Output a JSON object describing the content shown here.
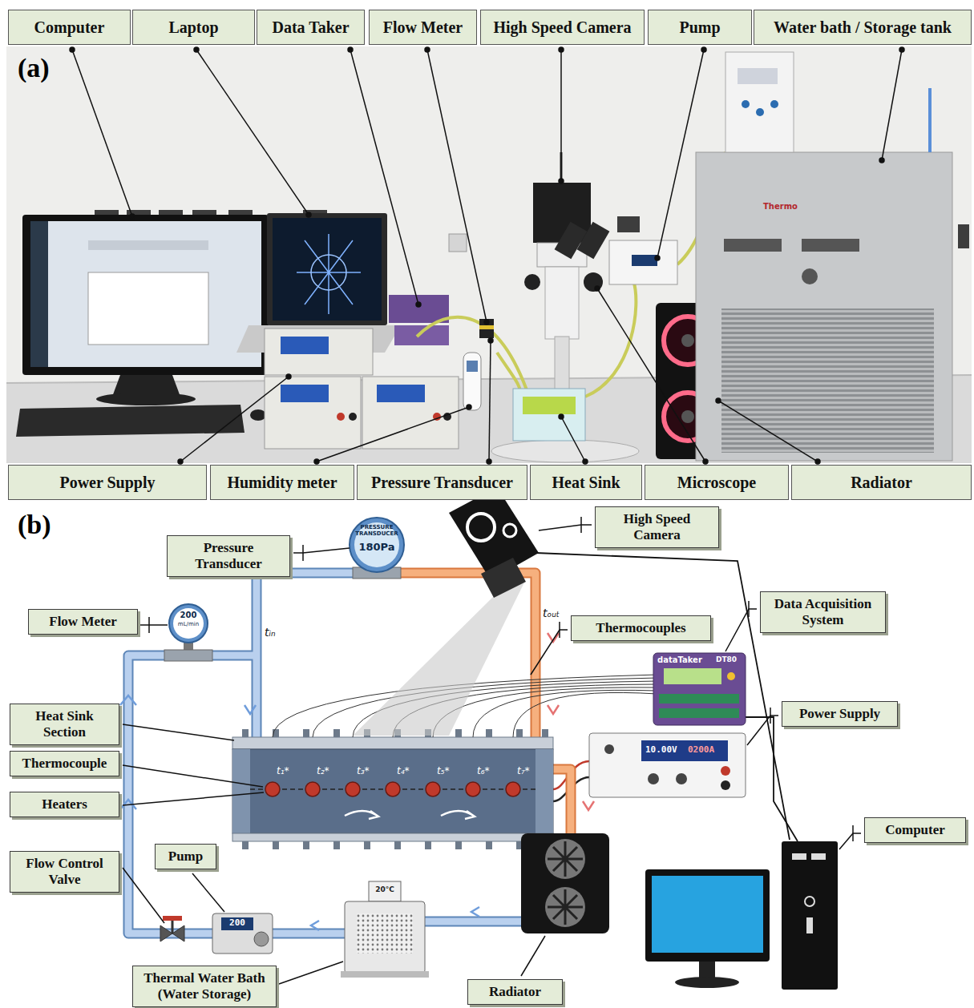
{
  "diagram": {
    "nodes": [
      {
        "text": [
          "Computer"
        ]
      },
      {
        "text": [
          "Laptop"
        ]
      },
      {
        "text": [
          "Data Taker"
        ]
      },
      {
        "text": [
          "Flow Meter"
        ]
      },
      {
        "text": [
          "High Speed Camera"
        ]
      },
      {
        "text": [
          "Pump"
        ]
      },
      {
        "text": [
          "Water bath / Storage tank"
        ]
      },
      {
        "text": [
          "Power Supply"
        ]
      },
      {
        "text": [
          "Humidity meter"
        ]
      },
      {
        "text": [
          "Pressure Transducer"
        ]
      },
      {
        "text": [
          "Heat Sink"
        ]
      },
      {
        "text": [
          "Microscope"
        ]
      },
      {
        "text": [
          "Radiator"
        ]
      },
      {
        "text": [
          "High Speed Camera"
        ]
      },
      {
        "text": [
          "Pressure Transducer"
        ]
      },
      {
        "text": [
          "Flow Meter"
        ]
      },
      {
        "text": [
          "Thermocouples"
        ]
      },
      {
        "text": [
          "Data Acquisition System"
        ]
      },
      {
        "text": [
          "Heat Sink Section"
        ]
      },
      {
        "text": [
          "Thermocouple"
        ]
      },
      {
        "text": [
          "Heaters"
        ]
      },
      {
        "text": [
          "Power Supply"
        ]
      },
      {
        "text": [
          "Pump"
        ]
      },
      {
        "text": [
          "Computer"
        ]
      },
      {
        "text": [
          "Flow Control Valve"
        ]
      },
      {
        "text": [
          "Radiator"
        ]
      },
      {
        "text": [
          "Thermal Water Bath (Water Storage)"
        ]
      }
    ],
    "labels": [
      "(a)",
      "Thermo",
      "(b)",
      "PRESSURE TRANSDUCER",
      "180Pa",
      "200",
      "mL/min",
      "tᵢₙ",
      "tₒᵤₜ",
      "t₁*",
      "t₂*",
      "t₃*",
      "t₄*",
      "t₅*",
      "t₆*",
      "t₇*",
      "dataTaker",
      "DT80",
      "10.00V",
      "0200A",
      "200",
      "20°C"
    ]
  }
}
